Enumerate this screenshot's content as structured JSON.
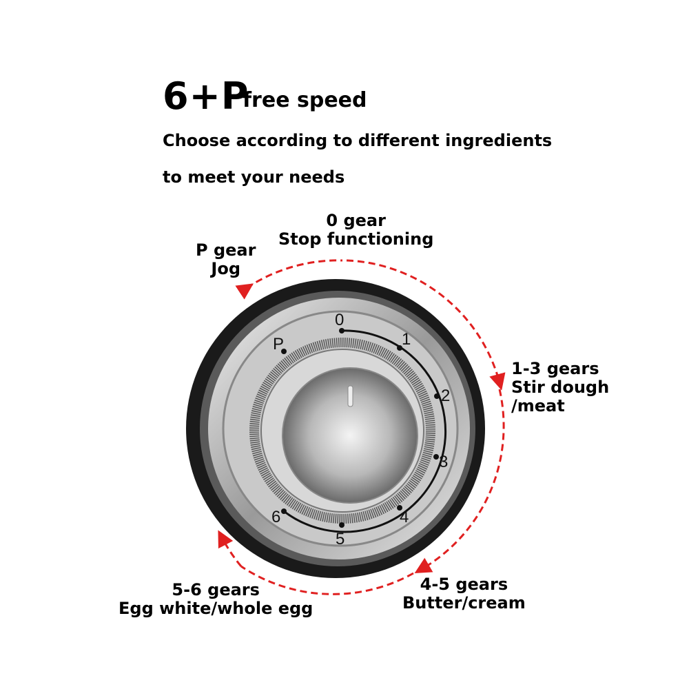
{
  "headline": {
    "big": "6+P",
    "rest": "free speed"
  },
  "subtitle": {
    "line1": "Choose according to different ingredients",
    "line2": "to meet your needs"
  },
  "labels": {
    "zero": {
      "title": "0 gear",
      "desc": "Stop functioning"
    },
    "p": {
      "title": "P gear",
      "desc": "Jog"
    },
    "one_three": {
      "title": "1-3 gears",
      "desc": "Stir dough",
      "desc2": "/meat"
    },
    "four_five": {
      "title": "4-5 gears",
      "desc": "Butter/cream"
    },
    "five_six": {
      "title": "5-6 gears",
      "desc": "Egg white/whole egg"
    }
  },
  "dial": {
    "marks": [
      "0",
      "1",
      "2",
      "3",
      "4",
      "5",
      "6",
      "P"
    ]
  },
  "colors": {
    "arrow": "#e02020"
  }
}
